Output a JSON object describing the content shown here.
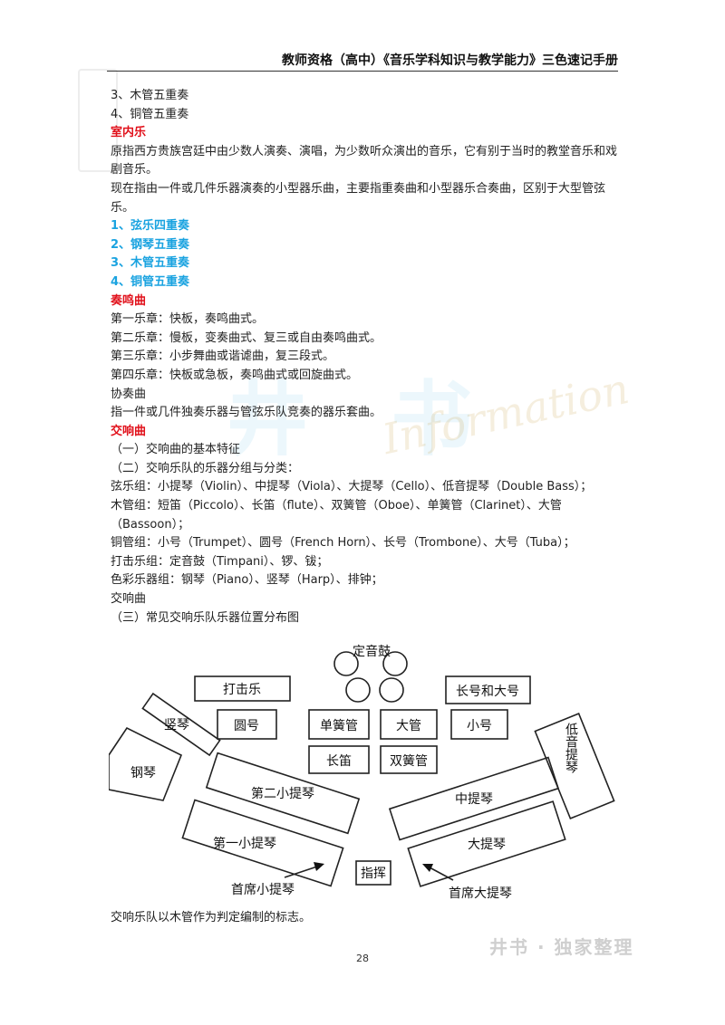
{
  "header": {
    "title": "教师资格（高中）《音乐学科知识与教学能力》三色速记手册"
  },
  "lines": [
    {
      "text": "3、木管五重奏",
      "style": "normal"
    },
    {
      "text": "4、铜管五重奏",
      "style": "normal"
    },
    {
      "text": "室内乐",
      "style": "red"
    },
    {
      "text": "原指西方贵族宫廷中由少数人演奏、演唱，为少数听众演出的音乐，它有别于当时的教堂音乐和戏剧音乐。",
      "style": "normal"
    },
    {
      "text": "现在指由一件或几件乐器演奏的小型器乐曲，主要指重奏曲和小型器乐合奏曲，区别于大型管弦乐。",
      "style": "normal"
    },
    {
      "text": "1、弦乐四重奏",
      "style": "blue"
    },
    {
      "text": "2、钢琴五重奏",
      "style": "blue"
    },
    {
      "text": "3、木管五重奏",
      "style": "blue"
    },
    {
      "text": "4、铜管五重奏",
      "style": "blue"
    },
    {
      "text": "奏鸣曲",
      "style": "red"
    },
    {
      "text": "第一乐章：快板，奏鸣曲式。",
      "style": "normal"
    },
    {
      "text": "第二乐章：慢板，变奏曲式、复三或自由奏鸣曲式。",
      "style": "normal"
    },
    {
      "text": "第三乐章：小步舞曲或谐谑曲，复三段式。",
      "style": "normal"
    },
    {
      "text": "第四乐章：快板或急板，奏鸣曲式或回旋曲式。",
      "style": "normal"
    },
    {
      "text": "协奏曲",
      "style": "normal"
    },
    {
      "text": "指一件或几件独奏乐器与管弦乐队竞奏的器乐套曲。",
      "style": "normal"
    },
    {
      "text": "交响曲",
      "style": "red"
    },
    {
      "text": "（一）交响曲的基本特征",
      "style": "normal"
    },
    {
      "text": "（二）交响乐队的乐器分组与分类：",
      "style": "normal"
    },
    {
      "text": "弦乐组：小提琴（Violin）、中提琴（Viola）、大提琴（Cello）、低音提琴（Double Bass）；",
      "style": "normal"
    },
    {
      "text": "木管组：短笛（Piccolo）、长笛（flute）、双簧管（Oboe）、单簧管（Clarinet）、大管（Bassoon）；",
      "style": "normal"
    },
    {
      "text": "铜管组：小号（Trumpet）、圆号（French Horn）、长号（Trombone）、大号（Tuba）；",
      "style": "normal"
    },
    {
      "text": "打击乐组：定音鼓（Timpani）、锣、钹；",
      "style": "normal"
    },
    {
      "text": "色彩乐器组：钢琴（Piano）、竖琴（Harp）、排钟；",
      "style": "normal"
    },
    {
      "text": "交响曲",
      "style": "normal"
    },
    {
      "text": "（三）常见交响乐队乐器位置分布图",
      "style": "normal"
    }
  ],
  "diagram": {
    "timpani": "定音鼓",
    "percussion": "打击乐",
    "trombone_tuba": "长号和大号",
    "harp": "竖琴",
    "horn": "圆号",
    "clarinet": "单簧管",
    "bassoon": "大管",
    "trumpet": "小号",
    "double_bass": "低音提琴",
    "piano": "钢琴",
    "flute": "长笛",
    "oboe": "双簧管",
    "second_violin": "第二小提琴",
    "viola": "中提琴",
    "first_violin": "第一小提琴",
    "cello": "大提琴",
    "conductor": "指挥",
    "concertmaster": "首席小提琴",
    "principal_cello": "首席大提琴"
  },
  "after_text": "交响乐队以木管作为判定编制的标志。",
  "page_number": "28",
  "watermark": {
    "main": "井 书",
    "script": "Information",
    "footer": "井书 · 独家整理"
  }
}
